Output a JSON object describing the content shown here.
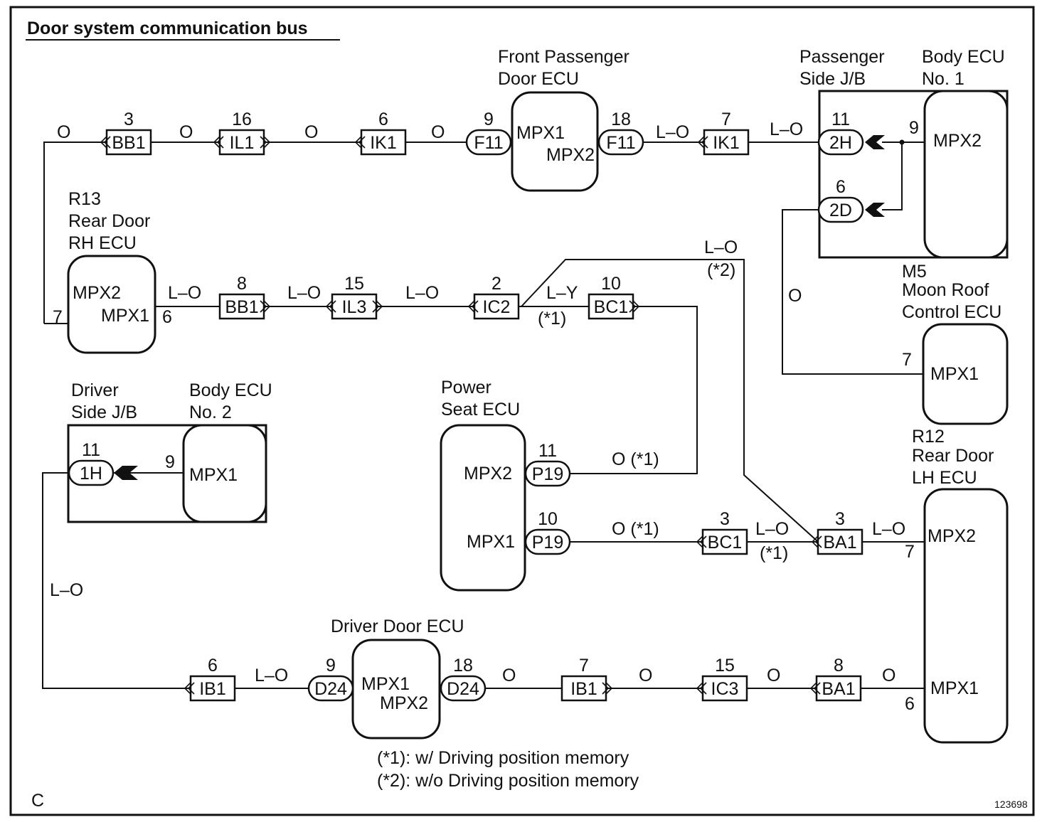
{
  "title": "Door system communication bus",
  "corner_letter": "C",
  "figure_id": "123698",
  "footnotes": [
    "(*1): w/ Driving position memory",
    "(*2): w/o Driving position memory"
  ],
  "ecus": {
    "front_passenger": {
      "name_l1": "Front Passenger",
      "name_l2": "Door ECU",
      "port1": "MPX1",
      "port2": "MPX2"
    },
    "passenger_jb": {
      "name_l1": "Passenger",
      "name_l2": "Side J/B"
    },
    "body_ecu1": {
      "name_l1": "Body ECU",
      "name_l2": "No. 1",
      "port": "MPX2"
    },
    "rear_rh": {
      "code": "R13",
      "name_l1": "Rear Door",
      "name_l2": "RH ECU",
      "port1": "MPX2",
      "port2": "MPX1"
    },
    "moon_roof": {
      "code": "M5",
      "name_l1": "Moon Roof",
      "name_l2": "Control ECU",
      "port": "MPX1"
    },
    "driver_jb": {
      "name_l1": "Driver",
      "name_l2": "Side J/B"
    },
    "body_ecu2": {
      "name_l1": "Body ECU",
      "name_l2": "No. 2",
      "port": "MPX1"
    },
    "power_seat": {
      "name_l1": "Power",
      "name_l2": "Seat ECU",
      "port1": "MPX2",
      "port2": "MPX1"
    },
    "rear_lh": {
      "code": "R12",
      "name_l1": "Rear Door",
      "name_l2": "LH ECU",
      "port1": "MPX2",
      "port2": "MPX1"
    },
    "driver_door": {
      "name": "Driver Door ECU",
      "port1": "MPX1",
      "port2": "MPX2"
    }
  },
  "connectors": [
    {
      "id": "c1",
      "label": "BB1",
      "pin": "3"
    },
    {
      "id": "c2",
      "label": "IL1",
      "pin": "16"
    },
    {
      "id": "c3",
      "label": "IK1",
      "pin": "6"
    },
    {
      "id": "c4",
      "label": "F11",
      "pin": "9"
    },
    {
      "id": "c5",
      "label": "F11",
      "pin": "18"
    },
    {
      "id": "c6",
      "label": "IK1",
      "pin": "7"
    },
    {
      "id": "c7",
      "label": "2H",
      "pin": "11"
    },
    {
      "id": "c8",
      "label": "2D",
      "pin": "6"
    },
    {
      "id": "c9",
      "label": "BB1",
      "pin": "8"
    },
    {
      "id": "c10",
      "label": "IL3",
      "pin": "15"
    },
    {
      "id": "c11",
      "label": "IC2",
      "pin": "2"
    },
    {
      "id": "c12",
      "label": "BC1",
      "pin": "10"
    },
    {
      "id": "c13",
      "label": "1H",
      "pin": "11"
    },
    {
      "id": "c14",
      "label": "P19",
      "pin": "11"
    },
    {
      "id": "c15",
      "label": "P19",
      "pin": "10"
    },
    {
      "id": "c16",
      "label": "BC1",
      "pin": "3"
    },
    {
      "id": "c17",
      "label": "BA1",
      "pin": "3"
    },
    {
      "id": "c18",
      "label": "IB1",
      "pin": "6"
    },
    {
      "id": "c19",
      "label": "D24",
      "pin": "9"
    },
    {
      "id": "c20",
      "label": "D24",
      "pin": "18"
    },
    {
      "id": "c21",
      "label": "IB1",
      "pin": "7"
    },
    {
      "id": "c22",
      "label": "IC3",
      "pin": "15"
    },
    {
      "id": "c23",
      "label": "BA1",
      "pin": "8"
    }
  ],
  "pins": {
    "body1_mpx2": "9",
    "rh_mpx2": "7",
    "rh_mpx1": "6",
    "moonroof_mpx1": "7",
    "body2_mpx1": "9",
    "lh_mpx2": "7",
    "lh_mpx1": "6"
  },
  "wire_labels": [
    {
      "id": "w1",
      "text": "O"
    },
    {
      "id": "w2",
      "text": "O"
    },
    {
      "id": "w3",
      "text": "O"
    },
    {
      "id": "w4",
      "text": "O"
    },
    {
      "id": "w5",
      "text": "L–O"
    },
    {
      "id": "w6",
      "text": "L–O"
    },
    {
      "id": "w7",
      "text": "L–O"
    },
    {
      "id": "w8",
      "text": "L–O"
    },
    {
      "id": "w9",
      "text": "L–O"
    },
    {
      "id": "w10",
      "text": "L–Y"
    },
    {
      "id": "w11",
      "text": "(*1)"
    },
    {
      "id": "w12",
      "text": "L–O"
    },
    {
      "id": "w13",
      "text": "(*2)"
    },
    {
      "id": "w14",
      "text": "O"
    },
    {
      "id": "w15",
      "text": "O (*1)"
    },
    {
      "id": "w16",
      "text": "O (*1)"
    },
    {
      "id": "w17",
      "text": "L–O"
    },
    {
      "id": "w18",
      "text": "(*1)"
    },
    {
      "id": "w19",
      "text": "L–O"
    },
    {
      "id": "w20",
      "text": "L–O"
    },
    {
      "id": "w21",
      "text": "L–O"
    },
    {
      "id": "w22",
      "text": "O"
    },
    {
      "id": "w23",
      "text": "O"
    },
    {
      "id": "w24",
      "text": "O"
    },
    {
      "id": "w25",
      "text": "O"
    }
  ]
}
